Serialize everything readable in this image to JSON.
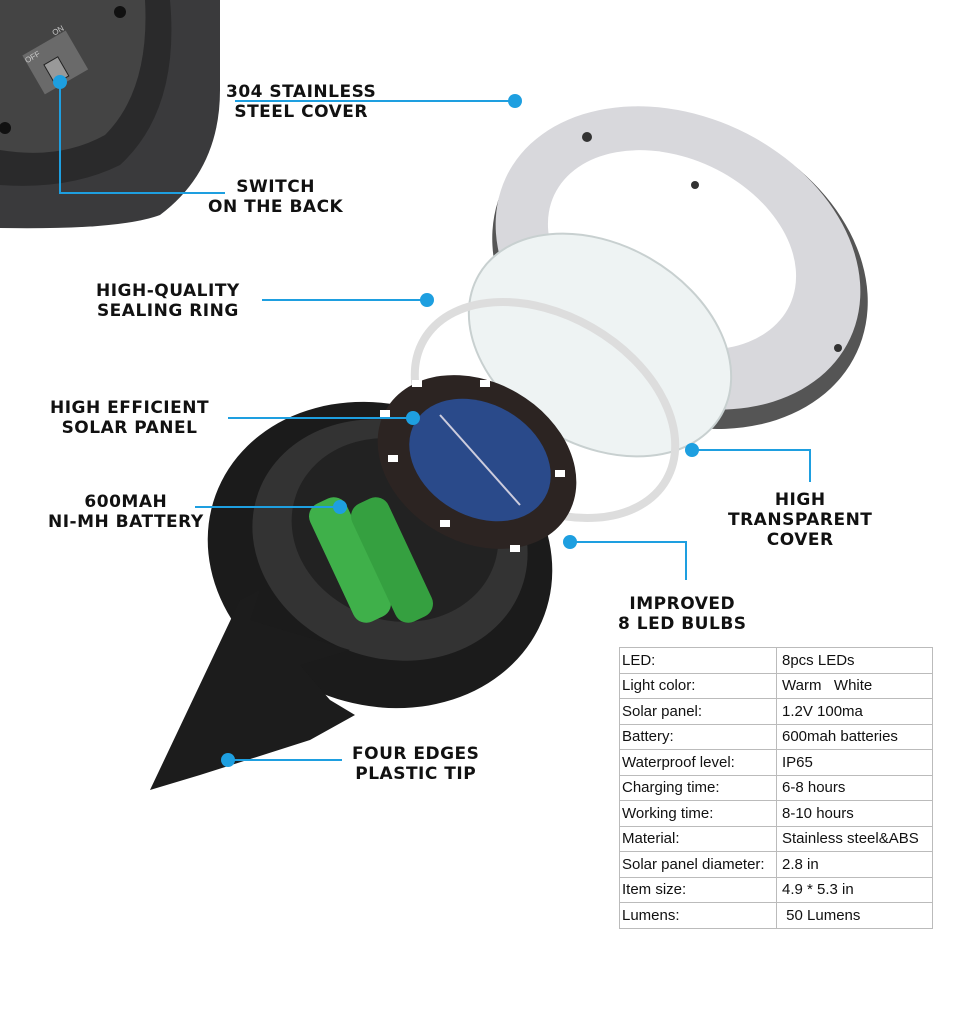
{
  "callout_color": "#1e9fe0",
  "inset": {
    "switch_on": "ON",
    "switch_off": "OFF"
  },
  "labels": {
    "cover": [
      "304 STAINLESS",
      "STEEL COVER"
    ],
    "switch": [
      "SWITCH",
      "ON THE BACK"
    ],
    "sealing": [
      "HIGH-QUALITY",
      "SEALING RING"
    ],
    "solar": [
      "HIGH EFFICIENT",
      "SOLAR PANEL"
    ],
    "battery": [
      "600MAH",
      "NI-MH BATTERY"
    ],
    "transparent": [
      "HIGH",
      "TRANSPARENT",
      "COVER"
    ],
    "led": [
      "IMPROVED",
      "8 LED BULBS"
    ],
    "tip": [
      "FOUR EDGES",
      "PLASTIC TIP"
    ]
  },
  "specs": [
    {
      "k": "LED:",
      "v": "8pcs LEDs"
    },
    {
      "k": "Light color:",
      "v": "Warm   White"
    },
    {
      "k": "Solar panel:",
      "v": "1.2V 100ma"
    },
    {
      "k": "Battery:",
      "v": "600mah batteries"
    },
    {
      "k": "Waterproof level:",
      "v": "IP65"
    },
    {
      "k": "Charging time:",
      "v": "6-8 hours"
    },
    {
      "k": "Working time:",
      "v": "8-10 hours"
    },
    {
      "k": "Material:",
      "v": "Stainless steel&ABS"
    },
    {
      "k": "Solar panel diameter:",
      "v": "2.8 in"
    },
    {
      "k": "Item size:",
      "v": "4.9 * 5.3 in"
    },
    {
      "k": "Lumens:",
      "v": " 50 Lumens"
    }
  ]
}
